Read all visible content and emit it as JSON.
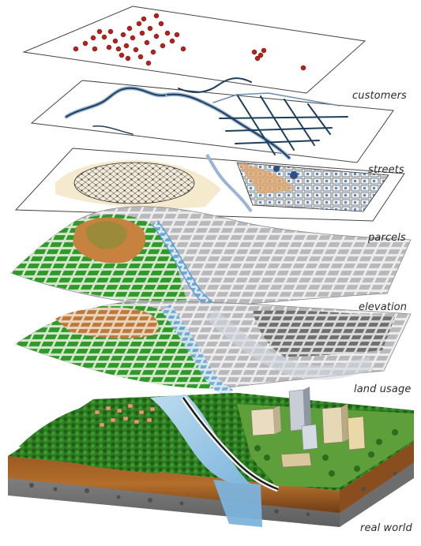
{
  "diagram": {
    "layers": [
      {
        "id": "customers",
        "label": "customers"
      },
      {
        "id": "streets",
        "label": "streets"
      },
      {
        "id": "parcels",
        "label": "parcels"
      },
      {
        "id": "elevation",
        "label": "elevation"
      },
      {
        "id": "land_usage",
        "label": "land usage"
      },
      {
        "id": "real_world",
        "label": "real world"
      }
    ]
  }
}
